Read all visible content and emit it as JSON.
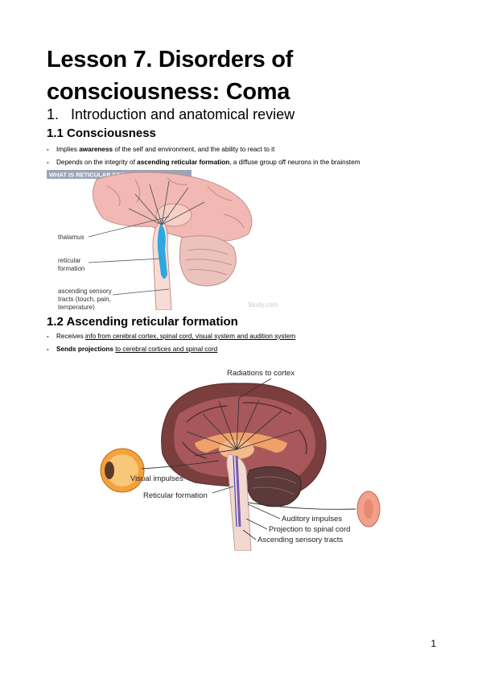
{
  "document": {
    "title": "Lesson 7. Disorders of consciousness: Coma",
    "section1": {
      "number": "1.",
      "title": "Introduction and anatomical review"
    },
    "section1_1": {
      "title": "1.1 Consciousness",
      "bullet1": {
        "pre": "Implies ",
        "bold": "awareness",
        "post": " of the self and environment, and the ability to react to it"
      },
      "bullet2": {
        "pre": "Depends on the integrity of ",
        "bold": "ascending reticular formation",
        "post": ", a diffuse group off neurons in the brainstem"
      }
    },
    "figure1": {
      "banner": "WHAT IS RETICULAR FORMATION?",
      "label_thalamus": "thalamus",
      "label_reticular_1": "reticular",
      "label_reticular_2": "formation",
      "label_ascending_1": "ascending sensory",
      "label_ascending_2": "tracts (touch, pain,",
      "label_ascending_3": "temperature)",
      "watermark": "Study.com"
    },
    "section1_2": {
      "title": "1.2 Ascending reticular formation",
      "bullet1": {
        "pre": "Receives ",
        "underline": "info from cerebral cortex, spinal cord, visual system and audition system"
      },
      "bullet2": {
        "bold": "Sends projections",
        "space": " ",
        "underline": "to cerebral cortices and spinal cord"
      }
    },
    "figure2": {
      "label_radiations": "Radiations to cortex",
      "label_visual": "Visual impulses",
      "label_reticular": "Reticular formation",
      "label_auditory": "Auditory impulses",
      "label_projection": "Projection to spinal cord",
      "label_ascending": "Ascending sensory tracts"
    },
    "page_number": "1"
  },
  "colors": {
    "text": "#000000",
    "banner": "#9aa5b8",
    "cortex_pink": "#f2b9b4",
    "brainstem_blue": "#2ea8e0",
    "brain_dark": "#7a3e3e",
    "thalamus_orange": "#f0a16a"
  }
}
